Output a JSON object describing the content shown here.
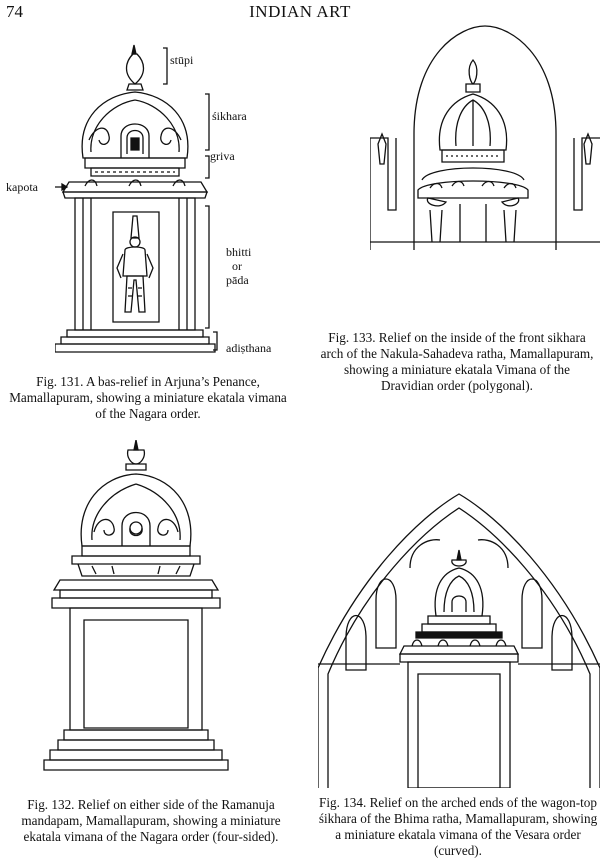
{
  "header": {
    "page_number": "74",
    "running_title": "INDIAN ART"
  },
  "figures": {
    "fig131": {
      "caption": "Fig. 131. A bas-relief in Arjuna’s Penance, Mamallapuram, showing a miniature ekatala vimana of the Nagara order.",
      "labels": {
        "stupi": "stūpi",
        "sikhara": "śikhara",
        "griva": "griva",
        "kapota": "kapota",
        "bhitti": "bhitti",
        "or": "or",
        "pada": "pāda",
        "adisthana": "adiṣthana"
      }
    },
    "fig133": {
      "caption": "Fig. 133. Relief on the inside of the front sikhara arch of the Nakula-Sahadeva ratha, Mamallapuram, showing a miniature ekatala Vimana of the Dravidian order (polygonal)."
    },
    "fig132": {
      "caption": "Fig. 132. Relief on either side of the Ramanuja mandapam, Mamallapuram, showing a miniature ekatala vimana of the Nagara order (four-sided)."
    },
    "fig134": {
      "caption": "Fig. 134. Relief on the arched ends of the wagon-top śikhara of the Bhima ratha, Mamallapuram, showing a miniature ekatala vimana of the Vesara order (curved)."
    }
  }
}
